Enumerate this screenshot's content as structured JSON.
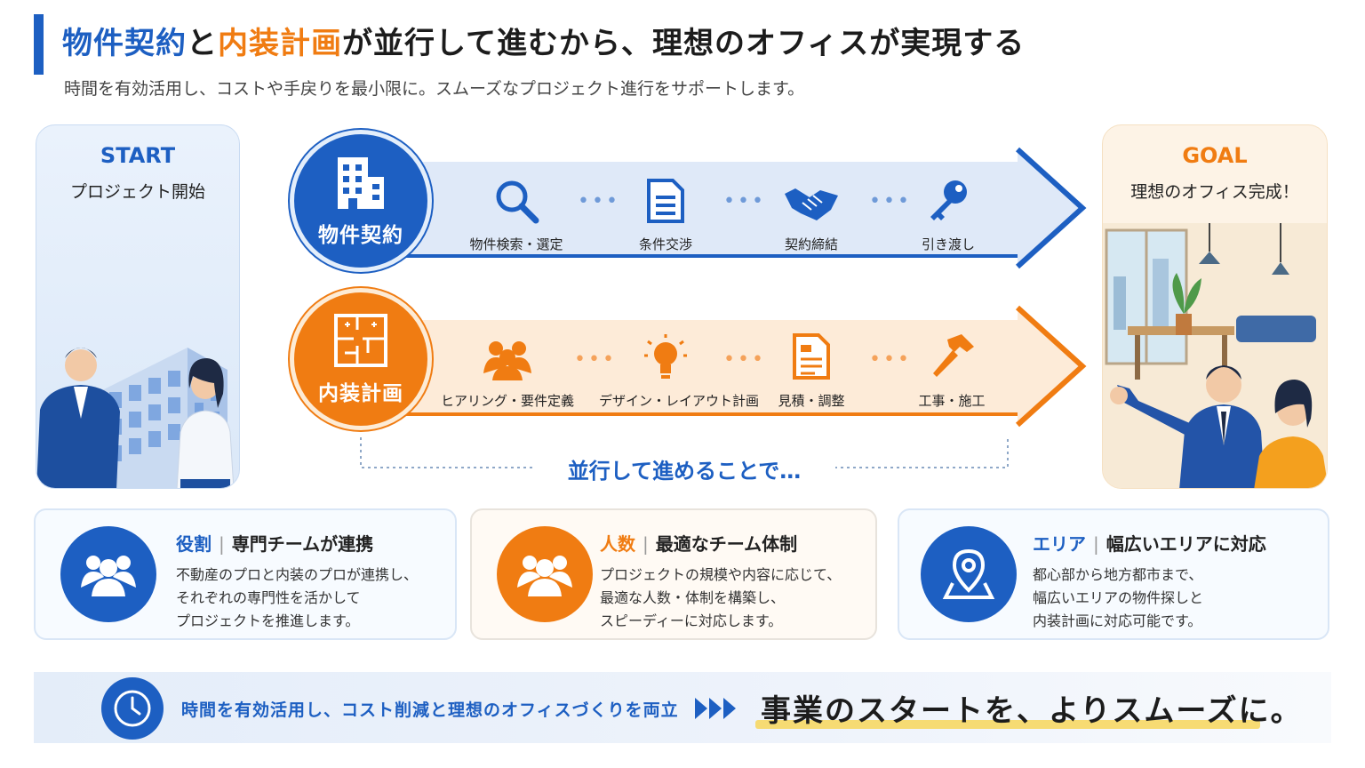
{
  "title": {
    "part1": "物件契約",
    "part2": "と",
    "part3": "内装計画",
    "part4": "が並行して進むから、理想のオフィスが実現する"
  },
  "subtitle": "時間を有効活用し、コストや手戻りを最小限に。スムーズなプロジェクト進行をサポートします。",
  "start": {
    "head": "START",
    "sub": "プロジェクト開始"
  },
  "goal": {
    "head": "GOAL",
    "sub": "理想のオフィス完成！"
  },
  "tracks": {
    "contract": {
      "label": "物件契約",
      "steps": [
        "物件検索・選定",
        "条件交渉",
        "契約締結",
        "引き渡し"
      ]
    },
    "interior": {
      "label": "内装計画",
      "steps": [
        "ヒアリング・要件定義",
        "デザイン・レイアウト計画",
        "見積・調整",
        "工事・施工"
      ]
    }
  },
  "parallel_text": "並行して進めることで…",
  "features": [
    {
      "key": "役割",
      "sep": "|",
      "title": "専門チームが連携",
      "lines": [
        "不動産のプロと内装のプロが連携し、",
        "それぞれの専門性を活かして",
        "プロジェクトを推進します。"
      ]
    },
    {
      "key": "人数",
      "sep": "|",
      "title": "最適なチーム体制",
      "lines": [
        "プロジェクトの規模や内容に応じて、",
        "最適な人数・体制を構築し、",
        "スピーディーに対応します。"
      ]
    },
    {
      "key": "エリア",
      "sep": "|",
      "title": "幅広いエリアに対応",
      "lines": [
        "都心部から地方都市まで、",
        "幅広いエリアの物件探しと",
        "内装計画に対応可能です。"
      ]
    }
  ],
  "bottom": {
    "text": "時間を有効活用し、コスト削減と理想のオフィスづくりを両立",
    "final": "事業のスタートを、よりスムーズに。"
  },
  "colors": {
    "blue": "#1d5fc2",
    "orange": "#f07c12",
    "highlight": "#f7d65a"
  },
  "icons": {
    "contract": "building-icon",
    "interior": "floorplan-icon",
    "contract_steps": [
      "search-icon",
      "document-icon",
      "handshake-icon",
      "key-icon"
    ],
    "interior_steps": [
      "people-icon",
      "lightbulb-icon",
      "estimate-icon",
      "hammer-icon"
    ],
    "features": [
      "team-icon",
      "team-icon",
      "map-pin-icon"
    ],
    "bottom": "clock-icon"
  }
}
